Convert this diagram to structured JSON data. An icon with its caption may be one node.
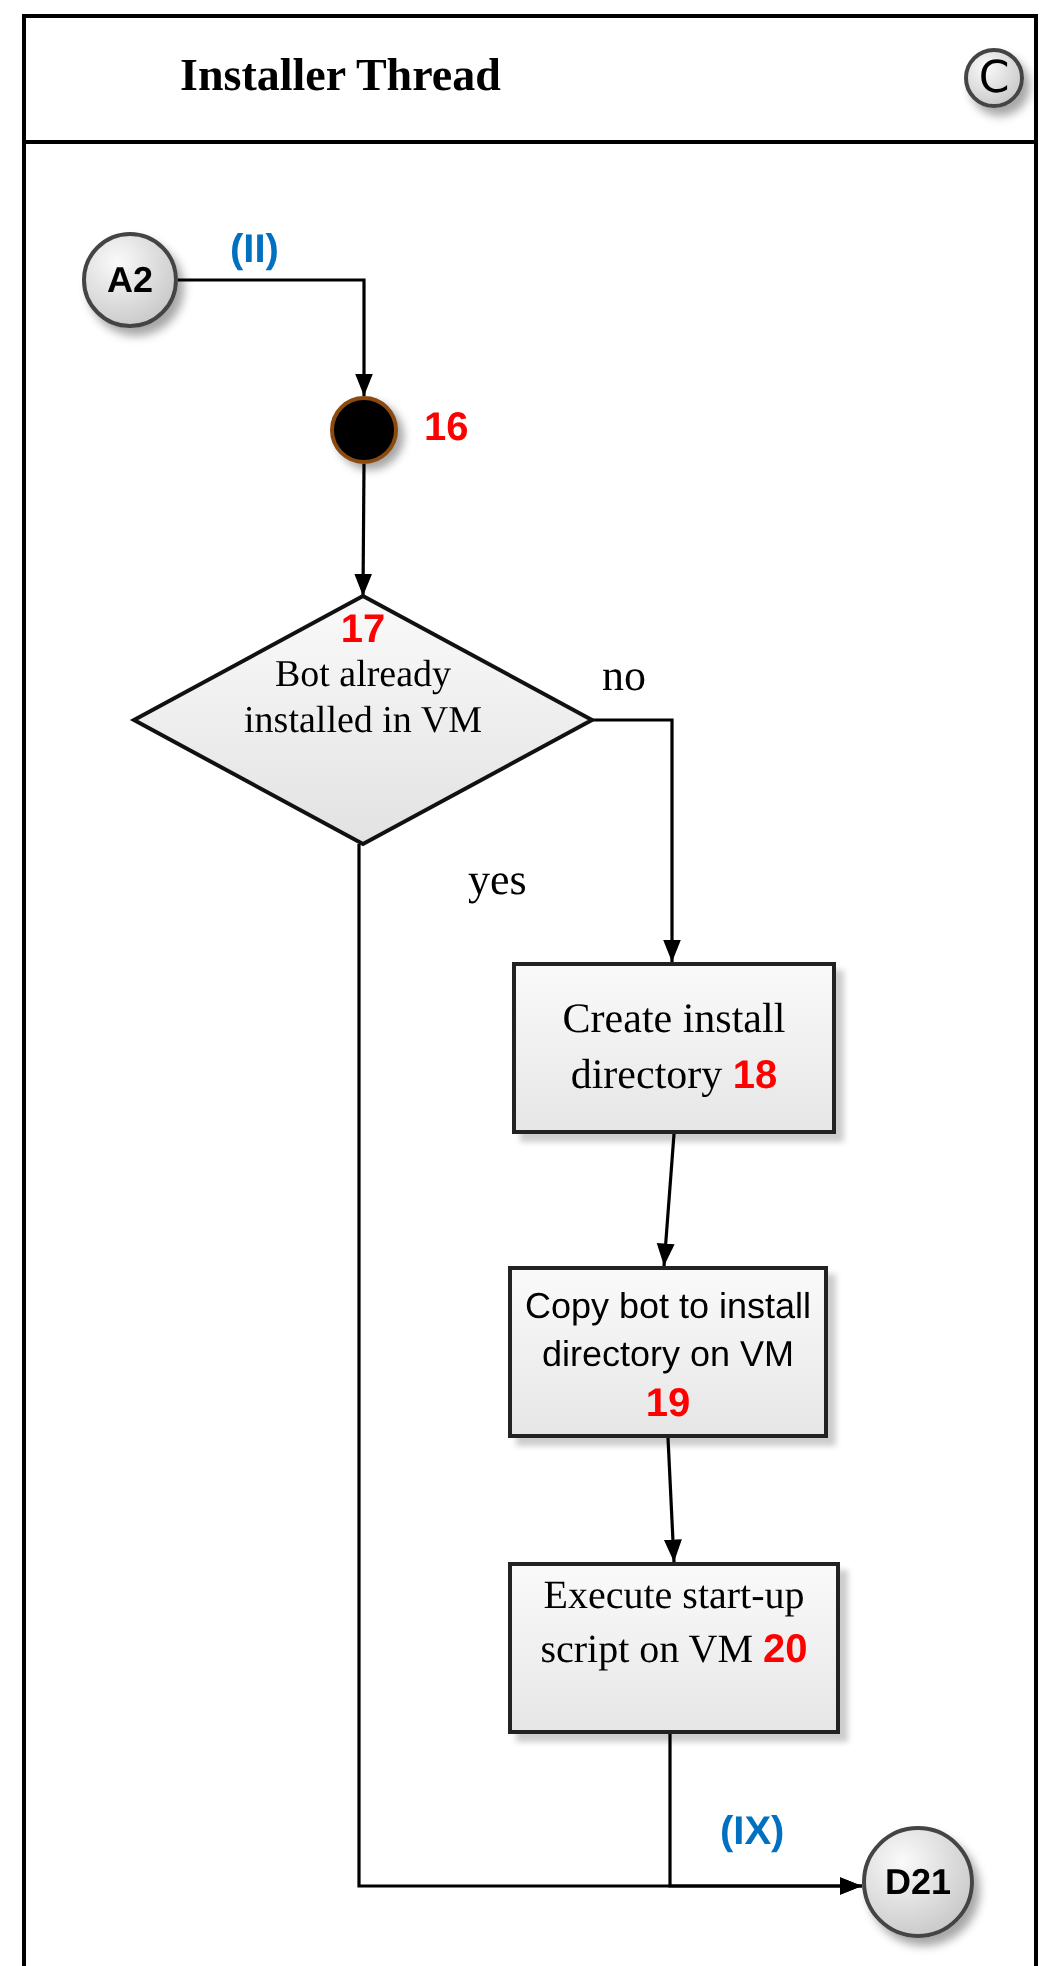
{
  "diagram": {
    "nodes": [
      {
        "text": [
          "Installer Thread"
        ]
      },
      {
        "text": [
          "C"
        ],
        "in": 0
      },
      {
        "text": [
          "A2"
        ],
        "in": 0
      },
      {
        "text": [],
        "shape": "circle",
        "in": 0,
        "beside": [
          "16"
        ]
      },
      {
        "text": [
          "17",
          "Bot already installed in VM"
        ],
        "in": 0
      },
      {
        "text": [
          "Create install directory",
          "18"
        ],
        "in": 0
      },
      {
        "text": [
          "Copy bot to install directory on VM",
          "19"
        ],
        "in": 0
      },
      {
        "text": [
          "Execute start-up script on VM",
          "20"
        ],
        "in": 0
      },
      {
        "text": [
          "D21"
        ],
        "in": 0
      }
    ],
    "edges": [
      {
        "from": 2,
        "to": 3,
        "arrow": "to",
        "label": "(II)"
      },
      {
        "from": 3,
        "to": 4,
        "arrow": "to"
      },
      {
        "from": 4,
        "to": 5,
        "arrow": "to",
        "label": "no"
      },
      {
        "from": 4,
        "to": 8,
        "arrow": "to",
        "label": "yes"
      },
      {
        "from": 5,
        "to": 6,
        "arrow": "to"
      },
      {
        "from": 6,
        "to": 7,
        "arrow": "to"
      },
      {
        "from": 7,
        "to": 8,
        "arrow": "to",
        "label": "(IX)"
      }
    ]
  }
}
